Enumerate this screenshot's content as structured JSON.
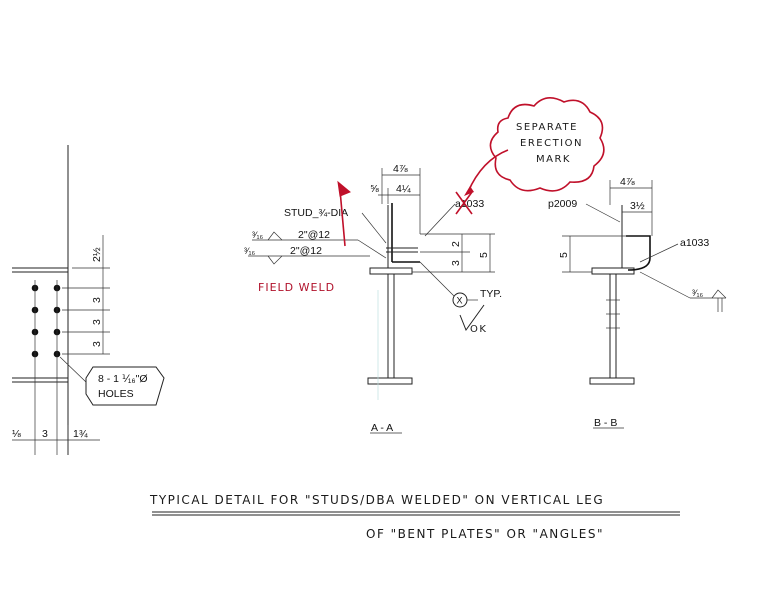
{
  "left_detail": {
    "dim_top": "2½",
    "dims_side": [
      "3",
      "3",
      "3"
    ],
    "dims_bottom": [
      "⅛",
      "3",
      "1¾"
    ],
    "holes_label_1": "8 - 1 ⅟₁₆\"Ø",
    "holes_label_2": "HOLES"
  },
  "section_aa": {
    "dim_top_1": "4⅞",
    "dim_top_2a": "⅝",
    "dim_top_2b": "4¼",
    "mark_crossed": "a1033",
    "stud_label": "STUD_¾-DIA",
    "weld_1a": "³⁄₁₆",
    "weld_1b": "2\"@12",
    "weld_2a": "³⁄₁₆",
    "weld_2b": "2\"@12",
    "dim_side_1": "2",
    "dim_side_2": "3",
    "dim_side_3": "5",
    "callout_x": "X",
    "typ": "TYP.",
    "ok": "OK",
    "field_weld": "FIELD WELD",
    "title": "A - A"
  },
  "cloud_note": [
    "SEPARATE",
    "ERECTION",
    "MARK"
  ],
  "section_bb": {
    "mark_plate": "p2009",
    "dim_top_1": "4⅞",
    "dim_top_2": "3½",
    "mark_angle": "a1033",
    "dim_side": "5",
    "weld": "³⁄₁₆",
    "title": "B - B"
  },
  "footnote": {
    "line1": "TYPICAL DETAIL FOR \"STUDS/DBA WELDED\" ON VERTICAL LEG",
    "line2": "OF \"BENT PLATES\" OR \"ANGLES\""
  },
  "colors": {
    "ink": "#111111",
    "markup_red": "#c0102a"
  }
}
